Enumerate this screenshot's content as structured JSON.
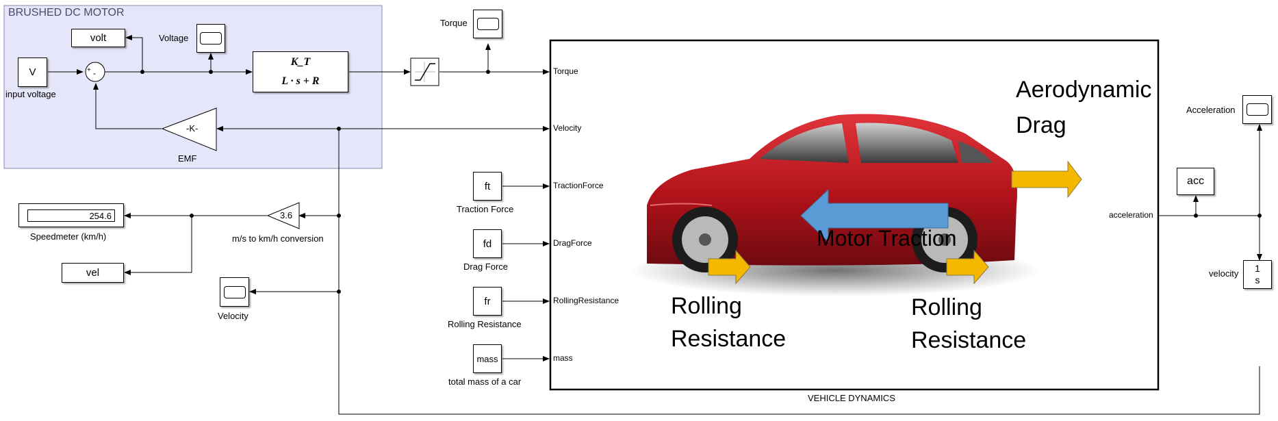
{
  "subsystem": {
    "title": "BRUSHED DC MOTOR"
  },
  "blocks": {
    "input_voltage": {
      "text": "V",
      "label": "input voltage"
    },
    "volt_goto": {
      "text": "volt"
    },
    "voltage_scope": {
      "label": "Voltage"
    },
    "sum_signs": {
      "plus": "+",
      "minus": "-"
    },
    "transfer_fn": {
      "numerator": "K_T",
      "denominator": "L · s + R"
    },
    "emf_gain": {
      "text": "-K-",
      "label": "EMF"
    },
    "torque_scope": {
      "label": "Torque"
    },
    "speedometer": {
      "value": "254.6",
      "label": "Speedmeter (km/h)"
    },
    "vel_goto": {
      "text": "vel"
    },
    "conversion_gain": {
      "text": "3.6",
      "label": "m/s to km/h conversion"
    },
    "velocity_scope": {
      "label": "Velocity"
    },
    "traction_force": {
      "text": "ft",
      "label": "Traction Force"
    },
    "drag_force": {
      "text": "fd",
      "label": "Drag Force"
    },
    "rolling_resistance": {
      "text": "fr",
      "label": "Rolling Resistance"
    },
    "mass": {
      "text": "mass",
      "label": "total mass of a car"
    },
    "acceleration_scope": {
      "label": "Acceleration"
    },
    "acc_goto": {
      "text": "acc"
    },
    "integrator": {
      "num": "1",
      "den": "s",
      "label": "velocity"
    }
  },
  "vehicle_dynamics": {
    "title": "VEHICLE DYNAMICS",
    "ports_in": [
      "Torque",
      "Velocity",
      "TractionForce",
      "DragForce",
      "RollingResistance",
      "mass"
    ],
    "port_out": "acceleration",
    "image_text": {
      "aero_1": "Aerodynamic",
      "aero_2": "Drag",
      "motor_traction": "Motor Traction",
      "rolling_1a": "Rolling",
      "rolling_1b": "Resistance",
      "rolling_2a": "Rolling",
      "rolling_2b": "Resistance"
    }
  },
  "colors": {
    "subsystem_fill": "#e6e6fa",
    "subsystem_border": "#8a8ab0",
    "car_red": "#b4141c",
    "arrow_yellow": "#f5b800",
    "arrow_blue": "#5b9bd5"
  }
}
